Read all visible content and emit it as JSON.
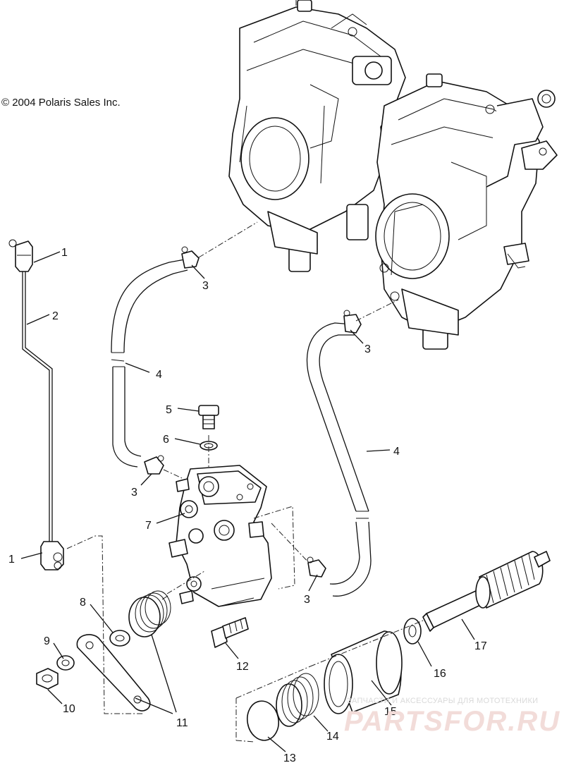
{
  "copyright": "© 2004 Polaris Sales Inc.",
  "watermark": {
    "tagline": "ЗАПЧАСТИ И АКСЕССУАРЫ ДЛЯ МОТОТЕХНИКИ",
    "logo": "PARTSFOR.RU"
  },
  "callouts": {
    "c1a": "1",
    "c1b": "1",
    "c2": "2",
    "c3a": "3",
    "c3b": "3",
    "c3c": "3",
    "c3d": "3",
    "c4a": "4",
    "c4b": "4",
    "c5": "5",
    "c6": "6",
    "c7": "7",
    "c8": "8",
    "c9": "9",
    "c10": "10",
    "c11": "11",
    "c12": "12",
    "c13": "13",
    "c14": "14",
    "c15": "15",
    "c16": "16",
    "c17": "17"
  }
}
